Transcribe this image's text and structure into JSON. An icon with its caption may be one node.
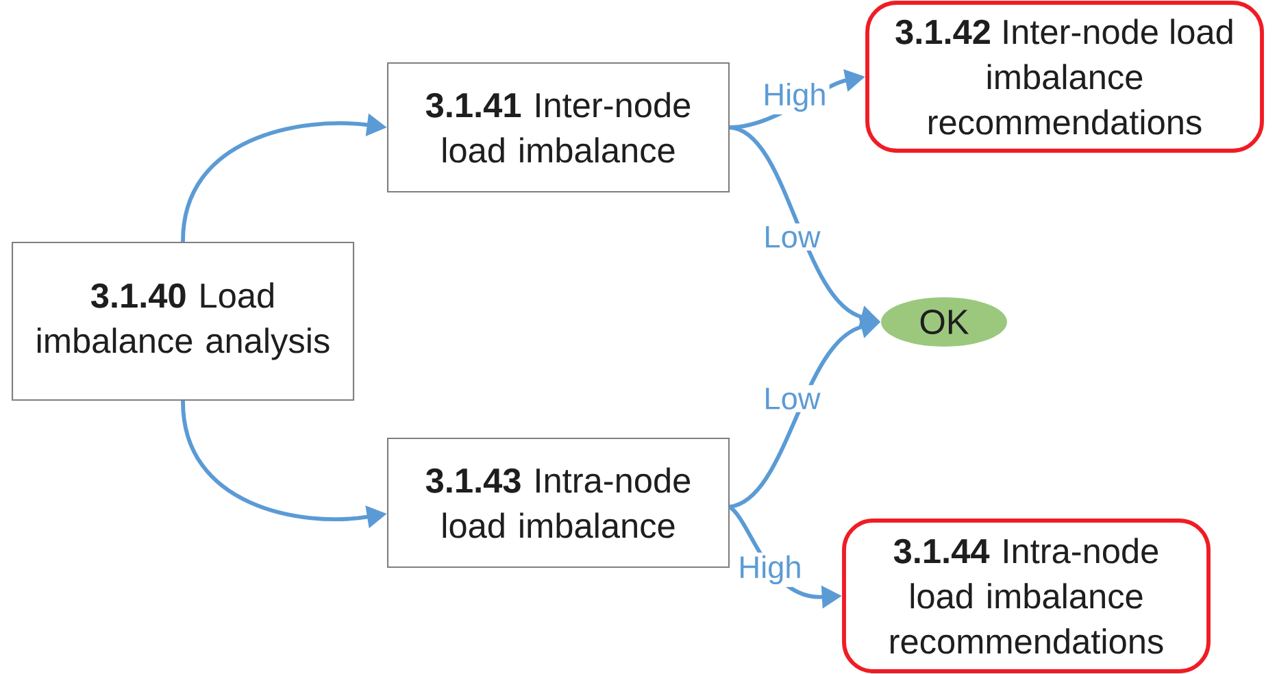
{
  "diagram": {
    "nodes": [
      {
        "text": [
          "**3.1.40** Load imbalance analysis"
        ]
      },
      {
        "text": [
          "**3.1.41** Inter-node load imbalance"
        ]
      },
      {
        "text": [
          "**3.1.42** Inter-node load imbalance recommendations"
        ]
      },
      {
        "text": [
          "OK"
        ]
      },
      {
        "text": [
          "**3.1.43** Intra-node load imbalance"
        ]
      },
      {
        "text": [
          "**3.1.44** Intra-node load imbalance recommendations"
        ]
      }
    ],
    "edges": [
      {
        "from": 0,
        "to": 1,
        "arrow": "to"
      },
      {
        "from": 0,
        "to": 4,
        "arrow": "to"
      },
      {
        "from": 1,
        "to": 2,
        "arrow": "to",
        "label": "High"
      },
      {
        "from": 1,
        "to": 3,
        "arrow": "to",
        "label": "Low"
      },
      {
        "from": 4,
        "to": 3,
        "arrow": "to",
        "label": "Low"
      },
      {
        "from": 4,
        "to": 5,
        "arrow": "to",
        "label": "High"
      }
    ]
  }
}
